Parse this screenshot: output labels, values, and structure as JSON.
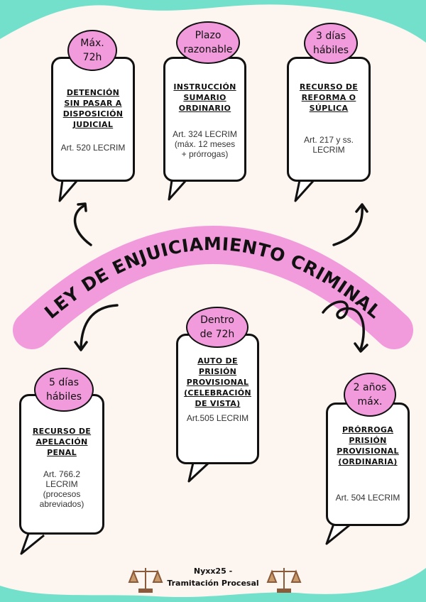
{
  "title": "LEY DE ENJUICIAMIENTO CRIMINAL",
  "colors": {
    "background": "#73e0cc",
    "paper": "#fdf5f0",
    "accent": "#f29bdc",
    "ink": "#111111"
  },
  "nodes": [
    {
      "badge": "Máx. 72h",
      "title": "DETENCIÓN SIN PASAR A DISPOSICIÓN JUDICIAL",
      "reference": "Art. 520 LECRIM"
    },
    {
      "badge": "Plazo razonable",
      "title": "INSTRUCCIÓN SUMARIO ORDINARIO",
      "reference": "Art. 324 LECRIM (máx. 12 meses + prórrogas)"
    },
    {
      "badge": "3 días hábiles",
      "title": "RECURSO DE REFORMA O SÚPLICA",
      "reference": "Art. 217 y ss. LECRIM"
    },
    {
      "badge": "5 días hábiles",
      "title": "RECURSO DE APELACIÓN PENAL",
      "reference": "Art. 766.2 LECRIM (procesos abreviados)"
    },
    {
      "badge": "Dentro de 72h",
      "title": "AUTO DE PRISIÓN PROVISIONAL (CELEBRACIÓN DE VISTA)",
      "reference": "Art.505 LECRIM"
    },
    {
      "badge": "2 años máx.",
      "title": "PRÓRROGA PRISIÓN PROVISIONAL (ORDINARIA)",
      "reference": "Art. 504 LECRIM"
    }
  ],
  "footer": {
    "author": "Nyxx25 -",
    "subtitle": "Tramitación Procesal"
  },
  "icons": {
    "left": "scales-of-justice-icon",
    "right": "scales-of-justice-icon"
  }
}
